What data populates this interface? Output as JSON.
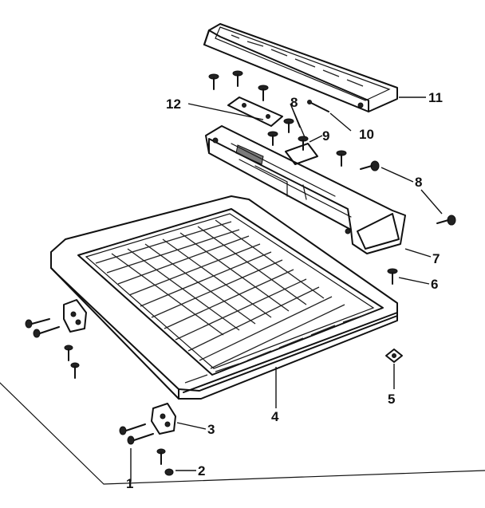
{
  "diagram": {
    "callouts": [
      {
        "id": "c1",
        "text": "1"
      },
      {
        "id": "c2",
        "text": "2"
      },
      {
        "id": "c3",
        "text": "3"
      },
      {
        "id": "c4",
        "text": "4"
      },
      {
        "id": "c5",
        "text": "5"
      },
      {
        "id": "c6",
        "text": "6"
      },
      {
        "id": "c7",
        "text": "7"
      },
      {
        "id": "c8a",
        "text": "8"
      },
      {
        "id": "c8b",
        "text": "8"
      },
      {
        "id": "c9",
        "text": "9"
      },
      {
        "id": "c10",
        "text": "10"
      },
      {
        "id": "c11",
        "text": "11"
      },
      {
        "id": "c12",
        "text": "12"
      }
    ]
  }
}
